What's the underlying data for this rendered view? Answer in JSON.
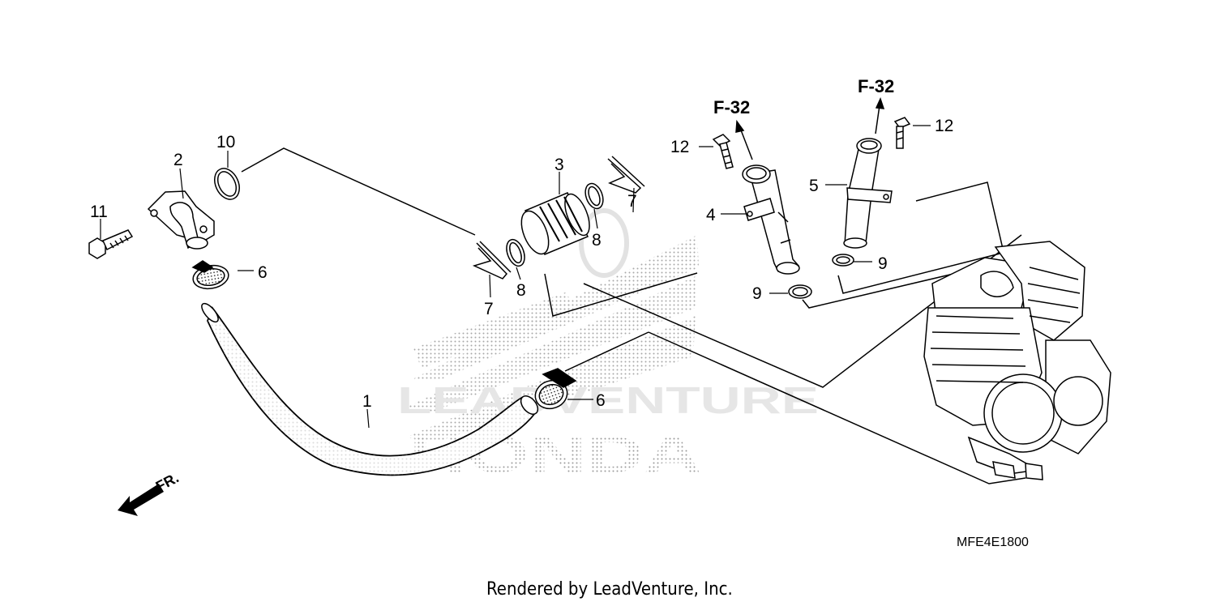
{
  "callouts": {
    "c1": "1",
    "c2": "2",
    "c3": "3",
    "c4": "4",
    "c5": "5",
    "c6a": "6",
    "c6b": "6",
    "c7a": "7",
    "c7b": "7",
    "c8a": "8",
    "c8b": "8",
    "c9a": "9",
    "c9b": "9",
    "c10": "10",
    "c11": "11",
    "c12a": "12",
    "c12b": "12"
  },
  "refs": {
    "left": "F-32",
    "right": "F-32"
  },
  "direction_label": "FR.",
  "diagram_code": "MFE4E1800",
  "footer": "Rendered by LeadVenture, Inc.",
  "watermark": {
    "brand": "HONDA",
    "text": "LEADVENTURE"
  }
}
